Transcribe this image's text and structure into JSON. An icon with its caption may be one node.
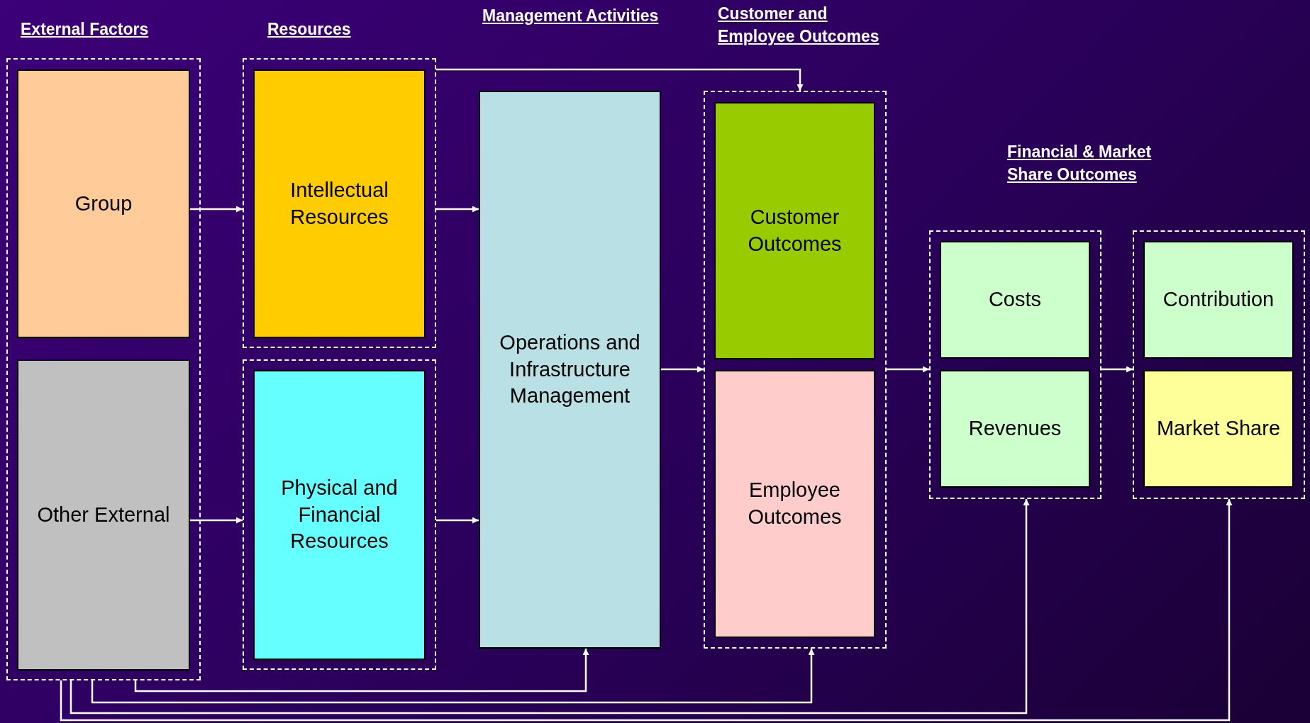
{
  "diagram": {
    "nodes": [
      {
        "text": [],
        "shape": "box"
      },
      {
        "text": [
          "Group"
        ],
        "in": 0
      },
      {
        "text": [
          "Other External"
        ],
        "in": 0
      },
      {
        "text": [],
        "shape": "box"
      },
      {
        "text": [
          "Intellectual Resources"
        ],
        "in": 3
      },
      {
        "text": [],
        "shape": "box"
      },
      {
        "text": [
          "Physical and Financial Resources"
        ],
        "in": 5
      },
      {
        "text": [
          "Operations and Infrastructure Management"
        ]
      },
      {
        "text": [],
        "shape": "box"
      },
      {
        "text": [
          "Customer Outcomes"
        ],
        "in": 8
      },
      {
        "text": [
          "Employee Outcomes"
        ],
        "in": 8
      },
      {
        "text": [],
        "shape": "box"
      },
      {
        "text": [
          "Costs"
        ],
        "in": 11
      },
      {
        "text": [
          "Revenues"
        ],
        "in": 11
      },
      {
        "text": [],
        "shape": "box"
      },
      {
        "text": [
          "Contribution"
        ],
        "in": 14
      },
      {
        "text": [
          "Market Share"
        ],
        "in": 14
      }
    ],
    "edges": [
      {
        "from": 1,
        "to": 3,
        "arrow": "to"
      },
      {
        "from": 2,
        "to": 5,
        "arrow": "to"
      },
      {
        "from": 3,
        "to": 7,
        "arrow": "to"
      },
      {
        "from": 5,
        "to": 7,
        "arrow": "to"
      },
      {
        "from": 3,
        "to": 8,
        "arrow": "to"
      },
      {
        "from": 7,
        "to": 8,
        "arrow": "to"
      },
      {
        "from": 8,
        "to": 11,
        "arrow": "to"
      },
      {
        "from": 11,
        "to": 14,
        "arrow": "to"
      },
      {
        "from": 0,
        "to": 7,
        "arrow": "to"
      },
      {
        "from": 0,
        "to": 8,
        "arrow": "to"
      },
      {
        "from": 0,
        "to": 11,
        "arrow": "to"
      },
      {
        "from": 0,
        "to": 14,
        "arrow": "to"
      }
    ],
    "labels": [
      "External Factors",
      "Resources",
      "Management Activities",
      "Customer and Employee Outcomes",
      "Financial & Market Share Outcomes"
    ]
  }
}
